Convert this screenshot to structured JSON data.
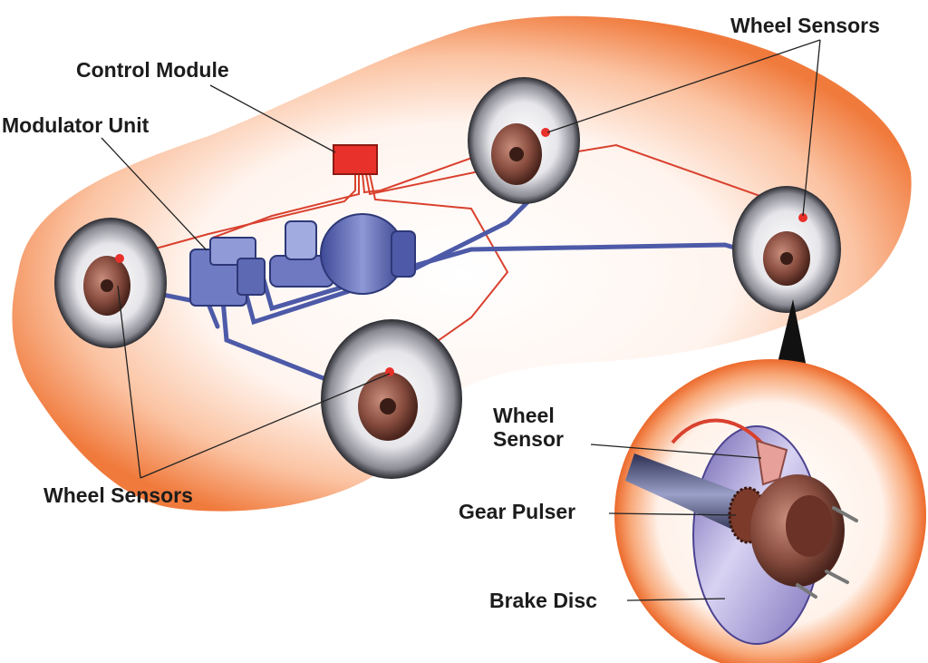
{
  "labels": {
    "control_module": "Control Module",
    "modulator_unit": "Modulator Unit",
    "wheel_sensors_top": "Wheel Sensors",
    "wheel_sensors_bottom": "Wheel Sensors",
    "wheel_sensor_line1": "Wheel",
    "wheel_sensor_line2": "Sensor",
    "gear_pulser": "Gear Pulser",
    "brake_disc": "Brake Disc"
  },
  "colors": {
    "car_body": "#f08a52",
    "car_glow": "#ffffff",
    "wire": "#d9412e",
    "brake_line": "#4d5aa8",
    "module": "#e8312a",
    "rotor": "#a56a5a",
    "disc": "#9a8fd0"
  }
}
